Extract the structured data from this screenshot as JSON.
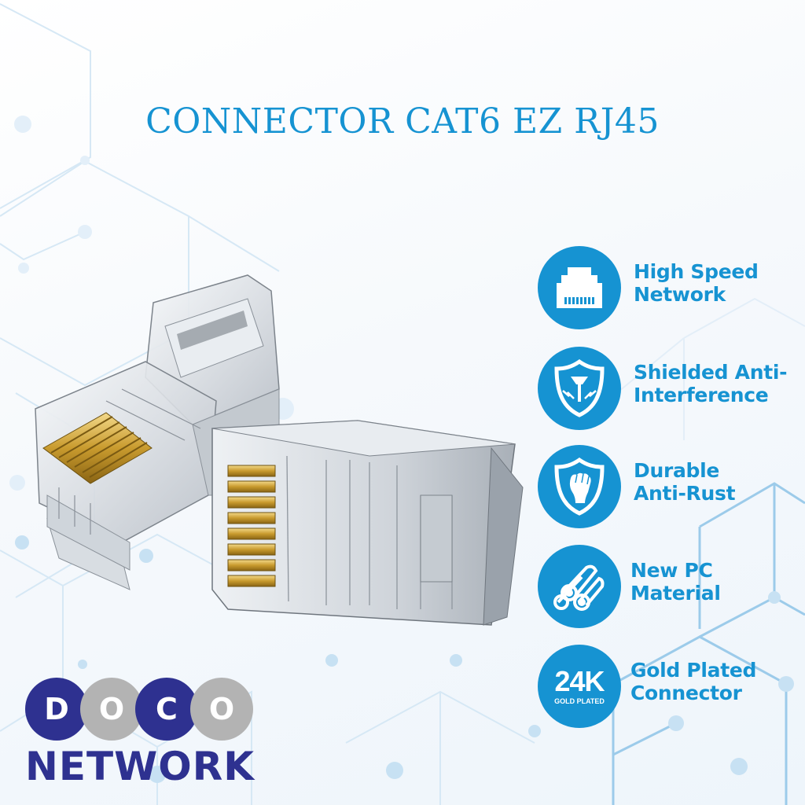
{
  "title": "CONNECTOR CAT6 EZ RJ45",
  "colors": {
    "accent": "#1693d2",
    "brand_navy": "#2e3190",
    "brand_gray": "#b3b3b3",
    "gold": "#c9a23a",
    "background": "#f4f8fc"
  },
  "product": {
    "name": "RJ45 CAT6 EZ pass-through connectors",
    "count": 2,
    "pins": 8
  },
  "features": [
    {
      "icon": "rj45-port-icon",
      "line1": "High Speed",
      "line2": "Network"
    },
    {
      "icon": "shield-antenna-icon",
      "line1": "Shielded Anti-",
      "line2": "Interference"
    },
    {
      "icon": "shield-fist-icon",
      "line1": "Durable",
      "line2": "Anti-Rust"
    },
    {
      "icon": "pc-material-rolls-icon",
      "line1": "New PC",
      "line2": "Material"
    },
    {
      "icon": "gold-24k-icon",
      "line1": "Gold Plated",
      "line2": "Connector",
      "badge_big": "24K",
      "badge_small": "GOLD PLATED"
    }
  ],
  "brand": {
    "letters": [
      "D",
      "O",
      "C",
      "O"
    ],
    "name": "NETWORK"
  }
}
